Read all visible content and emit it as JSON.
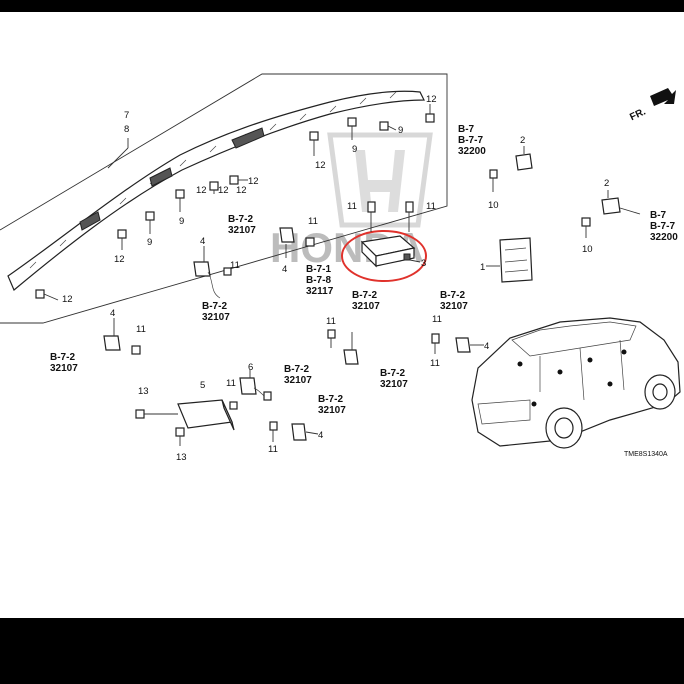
{
  "diagram": {
    "direction_label": "FR.",
    "watermark_brand": "HONDA",
    "figure_code": "TME8S1340A",
    "callouts": [
      {
        "id": "c1",
        "text": "7"
      },
      {
        "id": "c2",
        "text": "8"
      },
      {
        "id": "c3",
        "text": "12"
      },
      {
        "id": "c4",
        "text": "9"
      },
      {
        "id": "c5",
        "text": "9"
      },
      {
        "id": "c6",
        "text": "12"
      },
      {
        "id": "c7",
        "text": "12"
      },
      {
        "id": "c8",
        "text": "12"
      },
      {
        "id": "c9",
        "text": "12"
      },
      {
        "id": "c10",
        "text": "9"
      },
      {
        "id": "c11",
        "text": "12"
      },
      {
        "id": "c12",
        "text": "9"
      },
      {
        "id": "c13",
        "text": "12"
      },
      {
        "id": "c14",
        "text": "12"
      },
      {
        "id": "c15",
        "text": "11"
      },
      {
        "id": "c16",
        "text": "11"
      },
      {
        "id": "c17",
        "text": "2"
      },
      {
        "id": "c18",
        "text": "10"
      },
      {
        "id": "c19",
        "text": "2"
      },
      {
        "id": "c20",
        "text": "10"
      },
      {
        "id": "c21",
        "text": "11"
      },
      {
        "id": "c22",
        "text": "4"
      },
      {
        "id": "c23",
        "text": "4"
      },
      {
        "id": "c24",
        "text": "11"
      },
      {
        "id": "c25",
        "text": "3"
      },
      {
        "id": "c26",
        "text": "1"
      },
      {
        "id": "c27",
        "text": "4"
      },
      {
        "id": "c28",
        "text": "11"
      },
      {
        "id": "c29",
        "text": "11"
      },
      {
        "id": "c30",
        "text": "11"
      },
      {
        "id": "c31",
        "text": "4"
      },
      {
        "id": "c32",
        "text": "13"
      },
      {
        "id": "c33",
        "text": "5"
      },
      {
        "id": "c34",
        "text": "11"
      },
      {
        "id": "c35",
        "text": "6"
      },
      {
        "id": "c36",
        "text": "13"
      },
      {
        "id": "c37",
        "text": "11"
      },
      {
        "id": "c38",
        "text": "4"
      },
      {
        "id": "c39",
        "text": "11"
      }
    ],
    "refs": [
      {
        "id": "r1",
        "lines": [
          "B-7",
          "B-7-7",
          "32200"
        ]
      },
      {
        "id": "r2",
        "lines": [
          "B-7",
          "B-7-7",
          "32200"
        ]
      },
      {
        "id": "r3",
        "lines": [
          "B-7-2",
          "32107"
        ]
      },
      {
        "id": "r4",
        "lines": [
          "B-7-2",
          "32107"
        ]
      },
      {
        "id": "r5",
        "lines": [
          "B-7-1",
          "B-7-8",
          "32117"
        ]
      },
      {
        "id": "r6",
        "lines": [
          "B-7-2",
          "32107"
        ]
      },
      {
        "id": "r7",
        "lines": [
          "B-7-2",
          "32107"
        ]
      },
      {
        "id": "r8",
        "lines": [
          "B-7-2",
          "32107"
        ]
      },
      {
        "id": "r9",
        "lines": [
          "B-7-2",
          "32107"
        ]
      },
      {
        "id": "r10",
        "lines": [
          "B-7-2",
          "32107"
        ]
      },
      {
        "id": "r11",
        "lines": [
          "B-7-2",
          "32107"
        ]
      }
    ],
    "highlight_color": "#e0322c"
  }
}
